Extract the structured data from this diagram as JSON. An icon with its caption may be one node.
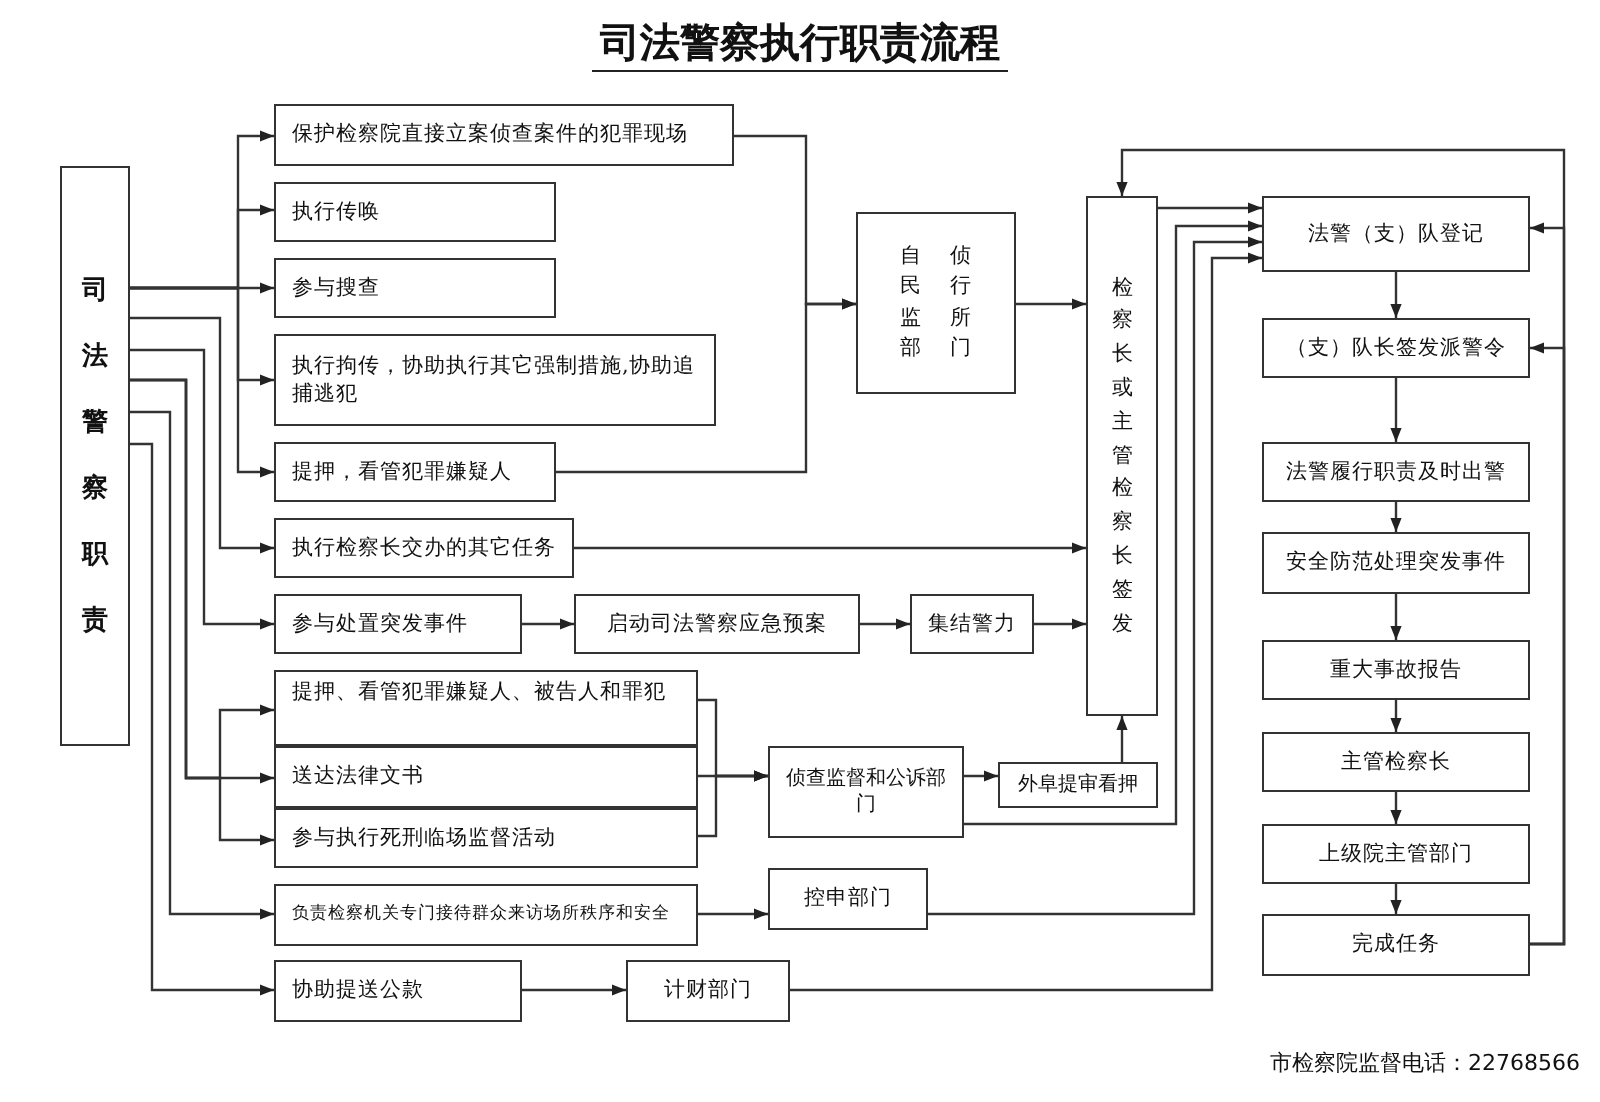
{
  "diagram": {
    "title": "司法警察执行职责流程",
    "nodes": [
      {
        "text": [
          "司法警察职责"
        ]
      },
      {
        "text": [
          "保护检察院直接立案侦查案件的犯罪现场"
        ]
      },
      {
        "text": [
          "执行传唤"
        ]
      },
      {
        "text": [
          "参与搜查"
        ]
      },
      {
        "text": [
          "执行拘传，协助执行其它强制措施,协助追捕逃犯"
        ]
      },
      {
        "text": [
          "提押，看管犯罪嫌疑人"
        ]
      },
      {
        "text": [
          "执行检察长交办的其它任务"
        ]
      },
      {
        "text": [
          "参与处置突发事件"
        ]
      },
      {
        "text": [
          "启动司法警察应急预案"
        ]
      },
      {
        "text": [
          "集结警力"
        ]
      },
      {
        "text": [
          "提押、看管犯罪嫌疑人、被告人和罪犯"
        ]
      },
      {
        "text": [
          "送达法律文书"
        ]
      },
      {
        "text": [
          "参与执行死刑临场监督活动"
        ]
      },
      {
        "text": [
          "负责检察机关专门接待群众来访场所秩序和安全"
        ]
      },
      {
        "text": [
          "协助提送公款"
        ]
      },
      {
        "text": [
          "计财部门"
        ]
      },
      {
        "text": [
          "控申部门"
        ]
      },
      {
        "text": [
          "侦查监督和公诉部门"
        ]
      },
      {
        "text": [
          "外阜提审看押"
        ]
      },
      {
        "text": [
          "自侦",
          "民行",
          "监所",
          "部门"
        ]
      },
      {
        "text": [
          "检察长或主管检察长签发"
        ]
      },
      {
        "text": [
          "法警（支）队登记"
        ]
      },
      {
        "text": [
          "（支）队长签发派警令"
        ]
      },
      {
        "text": [
          "法警履行职责及时出警"
        ]
      },
      {
        "text": [
          "安全防范处理突发事件"
        ]
      },
      {
        "text": [
          "重大事故报告"
        ]
      },
      {
        "text": [
          "主管检察长"
        ]
      },
      {
        "text": [
          "上级院主管部门"
        ]
      },
      {
        "text": [
          "完成任务"
        ]
      }
    ],
    "edges": [
      {
        "from": 0,
        "to": 1,
        "arrow": "to"
      },
      {
        "from": 0,
        "to": 2,
        "arrow": "to"
      },
      {
        "from": 0,
        "to": 3,
        "arrow": "to"
      },
      {
        "from": 0,
        "to": 4,
        "arrow": "to"
      },
      {
        "from": 0,
        "to": 5,
        "arrow": "to"
      },
      {
        "from": 0,
        "to": 6,
        "arrow": "to"
      },
      {
        "from": 0,
        "to": 7,
        "arrow": "to"
      },
      {
        "from": 0,
        "to": 10,
        "arrow": "to"
      },
      {
        "from": 0,
        "to": 11,
        "arrow": "to"
      },
      {
        "from": 0,
        "to": 12,
        "arrow": "to"
      },
      {
        "from": 0,
        "to": 13,
        "arrow": "to"
      },
      {
        "from": 0,
        "to": 14,
        "arrow": "to"
      },
      {
        "from": 1,
        "to": 19,
        "arrow": "to"
      },
      {
        "from": 5,
        "to": 19,
        "arrow": "to"
      },
      {
        "from": 19,
        "to": 20,
        "arrow": "to"
      },
      {
        "from": 6,
        "to": 20,
        "arrow": "to"
      },
      {
        "from": 7,
        "to": 8,
        "arrow": "to"
      },
      {
        "from": 8,
        "to": 9,
        "arrow": "to"
      },
      {
        "from": 9,
        "to": 20,
        "arrow": "to"
      },
      {
        "from": 10,
        "to": 17,
        "arrow": "to"
      },
      {
        "from": 11,
        "to": 17,
        "arrow": "to"
      },
      {
        "from": 12,
        "to": 17,
        "arrow": "to"
      },
      {
        "from": 17,
        "to": 18,
        "arrow": "to"
      },
      {
        "from": 18,
        "to": 20,
        "arrow": "to"
      },
      {
        "from": 13,
        "to": 16,
        "arrow": "to"
      },
      {
        "from": 14,
        "to": 15,
        "arrow": "to"
      },
      {
        "from": 20,
        "to": 21,
        "arrow": "to"
      },
      {
        "from": 17,
        "to": 21,
        "arrow": "to"
      },
      {
        "from": 16,
        "to": 21,
        "arrow": "to"
      },
      {
        "from": 15,
        "to": 21,
        "arrow": "to"
      },
      {
        "from": 21,
        "to": 22,
        "arrow": "to"
      },
      {
        "from": 22,
        "to": 23,
        "arrow": "to"
      },
      {
        "from": 23,
        "to": 24,
        "arrow": "to"
      },
      {
        "from": 24,
        "to": 25,
        "arrow": "to"
      },
      {
        "from": 25,
        "to": 26,
        "arrow": "to"
      },
      {
        "from": 26,
        "to": 27,
        "arrow": "to"
      },
      {
        "from": 27,
        "to": 28,
        "arrow": "to"
      },
      {
        "from": 28,
        "to": 20,
        "arrow": "to"
      },
      {
        "from": 28,
        "to": 21,
        "arrow": "to"
      },
      {
        "from": 28,
        "to": 22,
        "arrow": "to"
      }
    ],
    "labels": [
      "市检察院监督电话：22768566"
    ]
  }
}
